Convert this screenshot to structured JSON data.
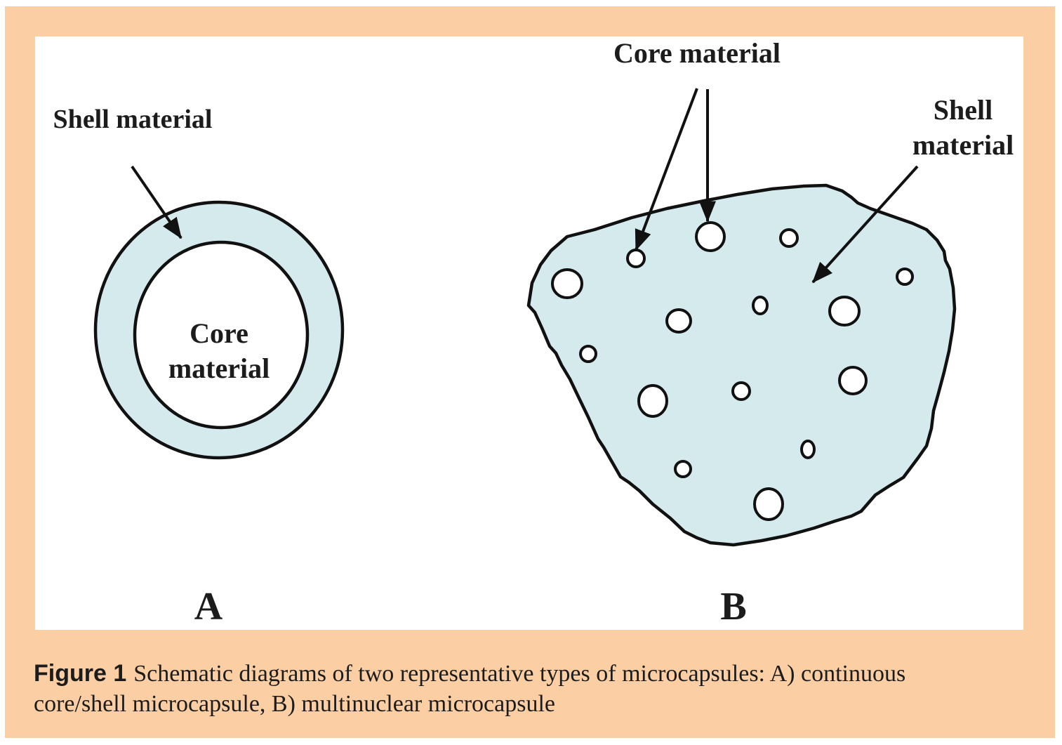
{
  "figure": {
    "panel_a": {
      "shell_label": "Shell material",
      "core_label_line1": "Core",
      "core_label_line2": "material",
      "letter": "A"
    },
    "panel_b": {
      "core_label": "Core material",
      "shell_label_line1": "Shell",
      "shell_label_line2": "material",
      "letter": "B",
      "core_droplet_count": "15"
    },
    "caption": {
      "figure_label": "Figure 1",
      "line1": "Schematic diagrams of two representative types of microcapsules: A) continuous",
      "line2": "core/shell microcapsule, B) multinuclear microcapsule"
    },
    "colors": {
      "background": "#FBCEA3",
      "panel": "#FFFFFF",
      "shell_fill": "#D5EAED",
      "outline": "#111111",
      "text": "#1C1C1C"
    }
  }
}
